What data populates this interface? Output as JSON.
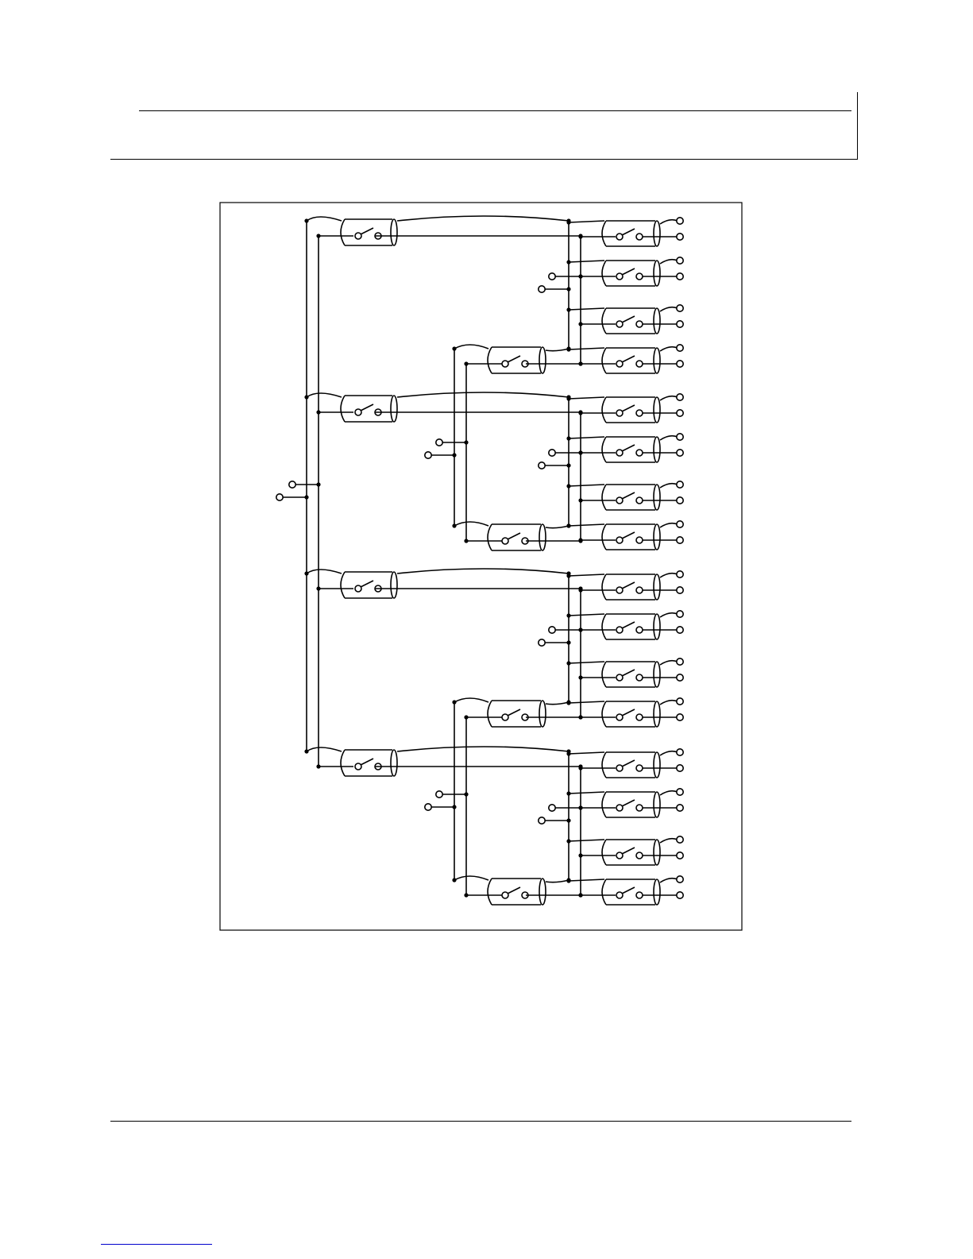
{
  "page": {
    "header": {},
    "footer": {}
  },
  "diagram": {
    "type": "relay-switch-tree",
    "description_visible_text": "",
    "input_terminals": 1,
    "output_terminals": 16,
    "stages": 4,
    "colors": {
      "ink": "#000000",
      "background": "#ffffff",
      "link": "#0000cc"
    }
  }
}
